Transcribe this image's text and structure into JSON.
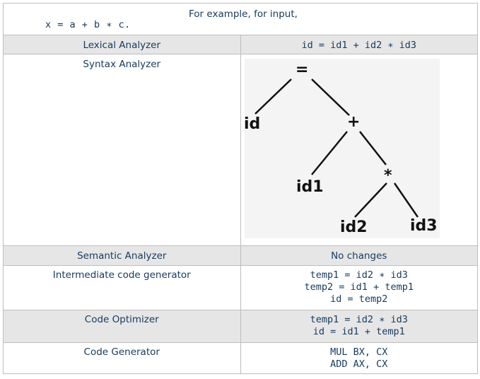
{
  "header": {
    "text": "For example, for input,",
    "expression": "x = a + b ∗ c."
  },
  "rows": [
    {
      "phase": "Lexical Analyzer",
      "output": [
        "id = id1 + id2 ∗ id3"
      ]
    },
    {
      "phase": "Syntax Analyzer"
    },
    {
      "phase": "Semantic Analyzer",
      "output": [
        "No changes"
      ]
    },
    {
      "phase": "Intermediate code generator",
      "output": [
        "temp1 = id2 ∗ id3",
        "temp2 = id1 + temp1",
        "id = temp2"
      ]
    },
    {
      "phase": "Code Optimizer",
      "output": [
        "temp1 = id2 ∗ id3",
        "id = id1 + temp1"
      ]
    },
    {
      "phase": "Code Generator",
      "output": [
        "MUL BX, CX",
        "ADD AX, CX"
      ]
    }
  ],
  "syntax_tree": {
    "root": "=",
    "left": "id",
    "plus": "+",
    "plus_left": "id1",
    "mul": "*",
    "mul_left": "id2",
    "mul_right": "id3"
  }
}
